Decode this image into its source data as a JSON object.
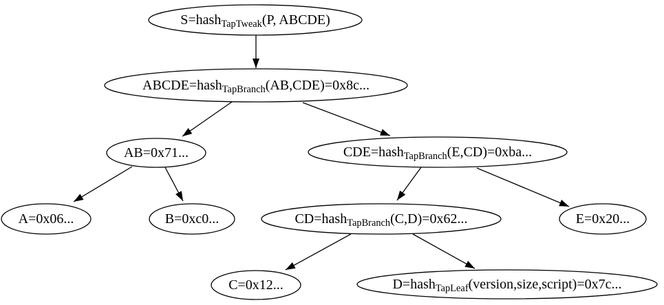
{
  "diagram": {
    "kind": "tree",
    "background_color": "#ffffff",
    "stroke_color": "#000000",
    "text_color": "#000000",
    "nodes": {
      "S": {
        "prefix": "S=hash",
        "sub": "TapTweak",
        "suffix": "(P, ABCDE)"
      },
      "ABCDE": {
        "prefix": "ABCDE=hash",
        "sub": "TapBranch",
        "suffix": "(AB,CDE)=0x8c..."
      },
      "AB": {
        "prefix": "AB=0x71..."
      },
      "CDE": {
        "prefix": "CDE=hash",
        "sub": "TapBranch",
        "suffix": "(E,CD)=0xba..."
      },
      "A": {
        "prefix": "A=0x06..."
      },
      "B": {
        "prefix": "B=0xc0..."
      },
      "CD": {
        "prefix": "CD=hash",
        "sub": "TapBranch",
        "suffix": "(C,D)=0x62..."
      },
      "E": {
        "prefix": "E=0x20..."
      },
      "C": {
        "prefix": "C=0x12..."
      },
      "D": {
        "prefix": "D=hash",
        "sub": "TapLeaf",
        "suffix": "(version,size,script)=0x7c..."
      }
    },
    "edges": [
      {
        "from": "S",
        "to": "ABCDE"
      },
      {
        "from": "ABCDE",
        "to": "AB"
      },
      {
        "from": "ABCDE",
        "to": "CDE"
      },
      {
        "from": "AB",
        "to": "A"
      },
      {
        "from": "AB",
        "to": "B"
      },
      {
        "from": "CDE",
        "to": "CD"
      },
      {
        "from": "CDE",
        "to": "E"
      },
      {
        "from": "CD",
        "to": "C"
      },
      {
        "from": "CD",
        "to": "D"
      }
    ]
  }
}
